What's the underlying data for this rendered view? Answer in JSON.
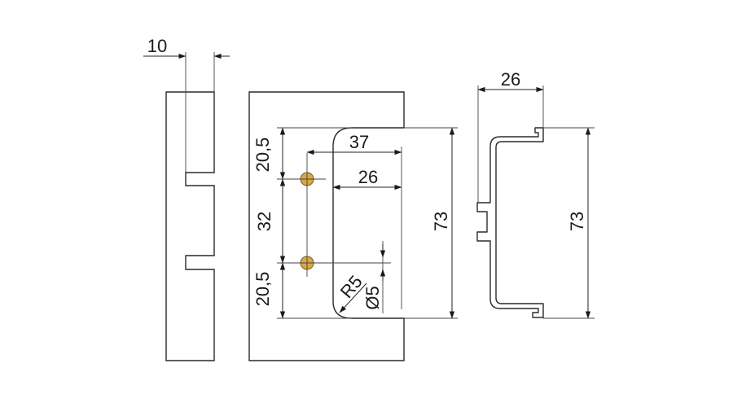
{
  "colors": {
    "side_panel_fill": "#fdd289",
    "front_panel_fill": "#fdefcf",
    "hole_fill": "#d9a849",
    "line": "#222222",
    "profile_fill": "#ffffff"
  },
  "side_view": {
    "dim_width": "10"
  },
  "front_view": {
    "dim_top": "20,5",
    "dim_pitch": "32",
    "dim_bottom": "20,5",
    "dim_outer_width": "37",
    "dim_inner_width": "26",
    "dim_height": "73",
    "dim_radius": "R5",
    "dim_hole": "Ø5"
  },
  "profile_view": {
    "dim_width": "26",
    "dim_height": "73"
  }
}
